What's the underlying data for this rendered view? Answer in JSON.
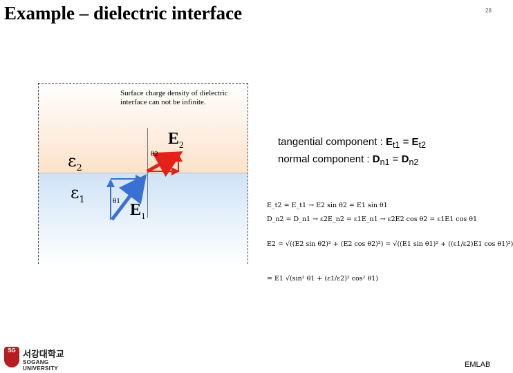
{
  "slide": {
    "title": "Example – dielectric interface",
    "page_number": "28",
    "footer_label": "EMLAB"
  },
  "figure": {
    "note": "Surface charge density of dielectric interface can not be infinite.",
    "epsilon_2": "ε",
    "epsilon_2_sub": "2",
    "epsilon_1": "ε",
    "epsilon_1_sub": "1",
    "E2_symbol": "E",
    "E2_sub": "2",
    "E1_symbol": "E",
    "E1_sub": "1",
    "theta_2": "θ2",
    "theta_1": "θ1",
    "colors": {
      "region_top": "#fbe2c9",
      "region_bottom": "#cfe3f6",
      "E2": "#e32119",
      "E1": "#3a70d1"
    }
  },
  "components": {
    "tangential_label": "tangential component : ",
    "tangential_lhs": "E",
    "tangential_lhs_sub": "t1",
    "tangential_eq": " = ",
    "tangential_rhs": "E",
    "tangential_rhs_sub": "t2",
    "normal_label": "normal component    : ",
    "normal_lhs": "D",
    "normal_lhs_sub": "n1",
    "normal_eq": " = ",
    "normal_rhs": "D",
    "normal_rhs_sub": "n2"
  },
  "equations": {
    "line1": "E_t2 = E_t1 → E2 sin θ2 = E1 sin θ1",
    "line2": "D_n2 = D_n1 → ε2E_n2 = ε1E_n1 → ε2E2 cos θ2 = ε1E1 cos θ1",
    "line3": "E2 = √((E2 sin θ2)² + (E2 cos θ2)²) = √((E1 sin θ1)² + ((ε1/ε2)E1 cos θ1)²)",
    "line4": "= E1 √(sin² θ1 + (ε1/ε2)² cos² θ1)"
  },
  "logo": {
    "seal_text": "SG",
    "korean_name": "서강대학교",
    "english_name": "SOGANG UNIVERSITY"
  }
}
